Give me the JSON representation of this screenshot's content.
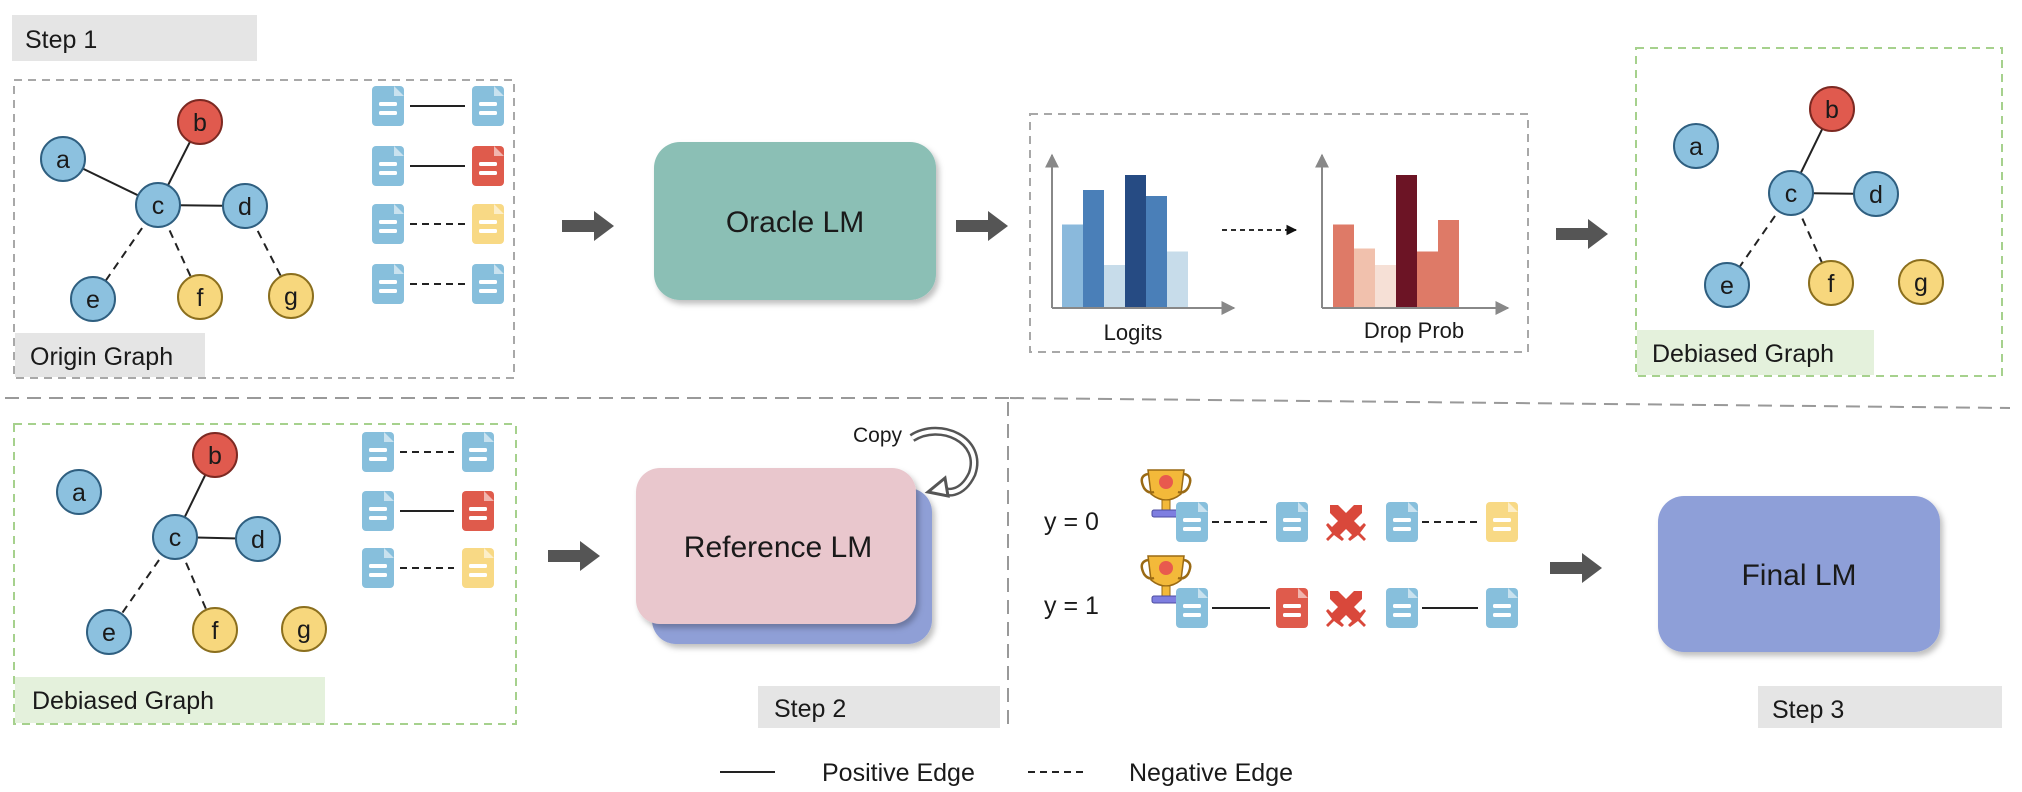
{
  "colors": {
    "node_blue": "#8cc1df",
    "node_red": "#e05a4e",
    "node_yellow": "#f7d77d",
    "doc_blue": "#87bfdc",
    "doc_red": "#df5b4c",
    "doc_yellow": "#f8d985",
    "oracle_lm": "#8bbfb5",
    "reference_lm": "#e9c7cd",
    "reference_shadow": "#8f9fd6",
    "final_lm": "#8e9fd8",
    "step_label_bg": "#e5e5e5",
    "debiased_label_bg": "#e4f1dc",
    "origin_label_bg": "#e5e5e5"
  },
  "steps": {
    "step1": "Step 1",
    "step2": "Step 2",
    "step3": "Step 3"
  },
  "graph_labels": {
    "origin": "Origin Graph",
    "debiased_top": "Debiased Graph",
    "debiased_bottom": "Debiased Graph"
  },
  "node_names": {
    "a": "a",
    "b": "b",
    "c": "c",
    "d": "d",
    "e": "e",
    "f": "f",
    "g": "g"
  },
  "models": {
    "oracle": "Oracle LM",
    "reference": "Reference LM",
    "final": "Final LM",
    "copy": "Copy"
  },
  "charts": {
    "logits": "Logits",
    "drop_prob": "Drop Prob"
  },
  "preference": {
    "y0": "y = 0",
    "y1": "y = 1"
  },
  "legend": {
    "positive": "Positive Edge",
    "negative": "Negative Edge"
  },
  "chart_data": [
    {
      "type": "bar",
      "xlabel": "Logits",
      "values": [
        0.55,
        0.78,
        0.28,
        0.88,
        0.74,
        0.37
      ],
      "colors": [
        "#8ab9dc",
        "#4a7fb8",
        "#c7dcea",
        "#264b83",
        "#4a7fb8",
        "#c7dcea"
      ]
    },
    {
      "type": "bar",
      "xlabel": "Drop Prob",
      "values": [
        0.55,
        0.39,
        0.28,
        0.88,
        0.37,
        0.58
      ],
      "colors": [
        "#de7a67",
        "#f1c1ad",
        "#f6e0d6",
        "#6c1425",
        "#de7a67",
        "#de7a67"
      ]
    }
  ]
}
